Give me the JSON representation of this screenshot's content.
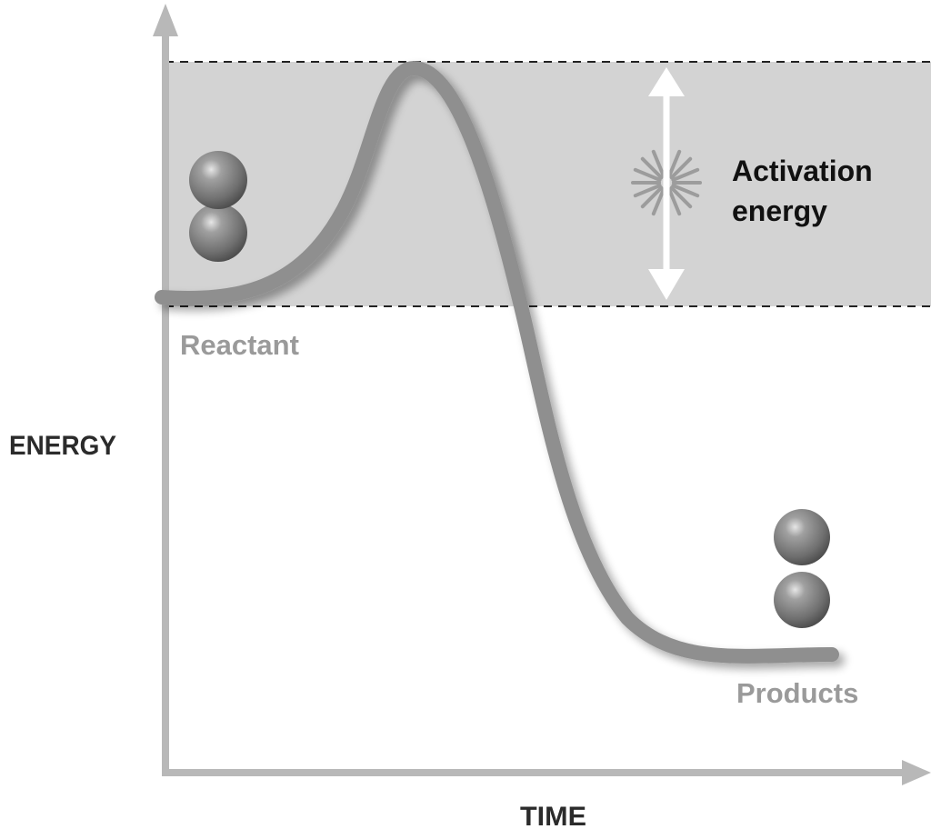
{
  "axes": {
    "y_label": "ENERGY",
    "x_label": "TIME"
  },
  "labels": {
    "reactant": "Reactant",
    "products": "Products",
    "activation_line1": "Activation",
    "activation_line2": "energy"
  },
  "colors": {
    "background": "#ffffff",
    "axis": "#b8b8b8",
    "band": "#d3d3d3",
    "curve": "#8f8f8f",
    "molecule": "#7d7d7d",
    "arrow": "#ffffff",
    "burst": "#9c9c9c"
  },
  "icons": {
    "reactant_molecule": "diatomic-molecule-icon",
    "product_atoms": "separated-atoms-icon",
    "burst": "energy-burst-icon"
  }
}
